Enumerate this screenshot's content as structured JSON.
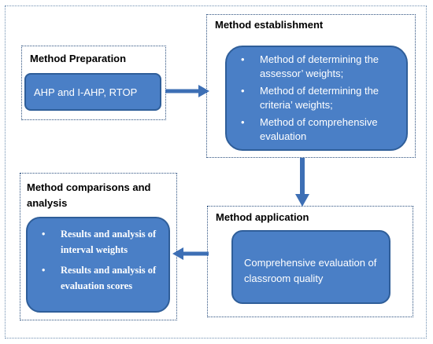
{
  "panels": {
    "preparation": {
      "title": "Method Preparation",
      "content": "AHP and I-AHP, RTOP"
    },
    "establishment": {
      "title": "Method establishment",
      "items": [
        "Method of determining the assessor’ weights;",
        "Method of determining the criteria’ weights;",
        "Method of comprehensive evaluation"
      ]
    },
    "comparisons": {
      "title": "Method comparisons and analysis",
      "items": [
        "Results and analysis of interval weights",
        "Results and analysis of evaluation scores"
      ]
    },
    "application": {
      "title": "Method application",
      "content": "Comprehensive evaluation of classroom quality"
    }
  },
  "colors": {
    "box_fill": "#4a7fc6",
    "box_border": "#2f5e99",
    "arrow": "#3d6fb5",
    "panel_border": "#2b4f7e"
  },
  "icons": {
    "bullet": "•"
  }
}
